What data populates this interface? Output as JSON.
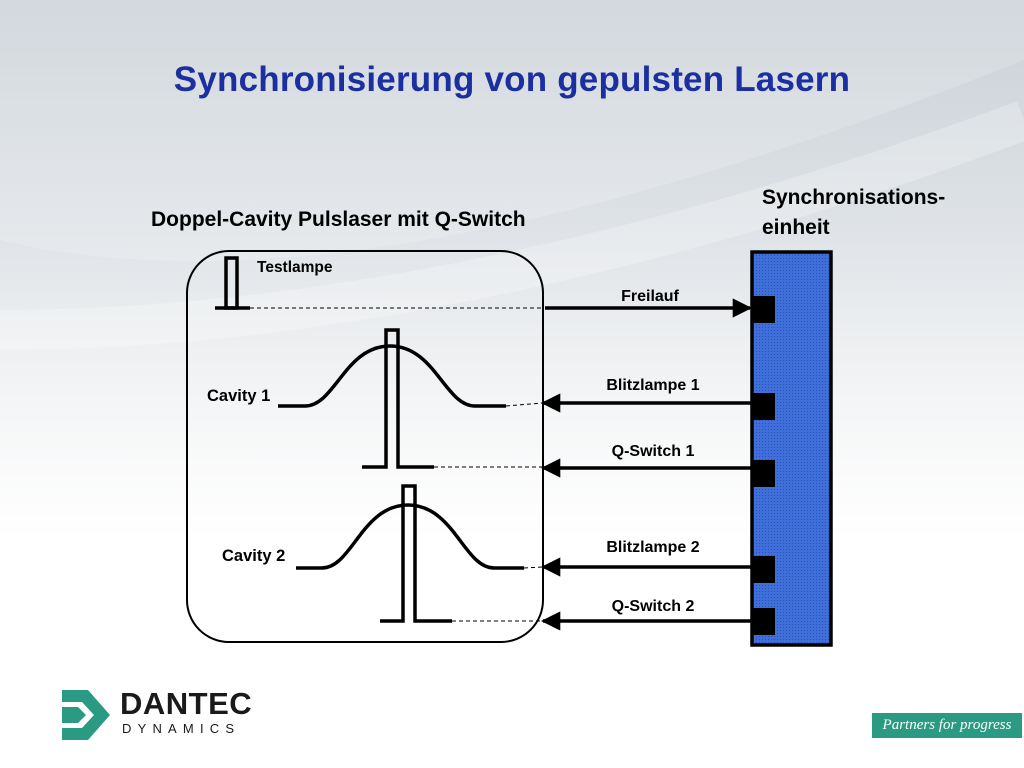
{
  "slide": {
    "title": "Synchronisierung von gepulsten Lasern"
  },
  "diagram": {
    "laser_heading": "Doppel-Cavity Pulslaser mit Q-Switch",
    "sync_heading_line1": "Synchronisations-",
    "sync_heading_line2": "einheit",
    "laser_labels": {
      "testlamp": "Testlampe",
      "cavity1": "Cavity 1",
      "cavity2": "Cavity 2"
    },
    "signals": [
      {
        "label": "Freilauf",
        "direction": "to-sync"
      },
      {
        "label": "Blitzlampe 1",
        "direction": "to-laser"
      },
      {
        "label": "Q-Switch 1",
        "direction": "to-laser"
      },
      {
        "label": "Blitzlampe 2",
        "direction": "to-laser"
      },
      {
        "label": "Q-Switch 2",
        "direction": "to-laser"
      }
    ],
    "colors": {
      "sync_unit_fill": "#3f6fd9",
      "sync_unit_border": "#000000",
      "connector": "#000000"
    }
  },
  "footer": {
    "logo_main": "DANTEC",
    "logo_sub": "DYNAMICS",
    "tagline": "Partners for progress",
    "logo_color": "#2a9a82"
  }
}
